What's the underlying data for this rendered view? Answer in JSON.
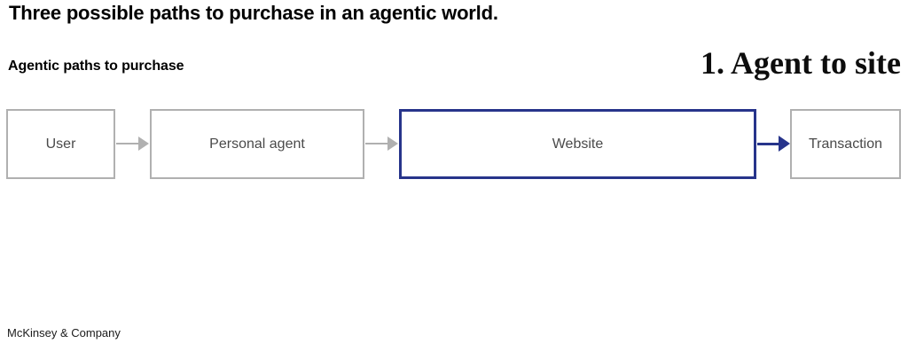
{
  "page": {
    "title": "Three possible paths to purchase in an agentic world.",
    "exhibit_label": "Agentic paths to purchase",
    "path_heading": "1. Agent to site",
    "footer": "McKinsey & Company"
  },
  "flow": {
    "nodes": [
      {
        "label": "User",
        "highlighted": false
      },
      {
        "label": "Personal agent",
        "highlighted": false
      },
      {
        "label": "Website",
        "highlighted": true
      },
      {
        "label": "Transaction",
        "highlighted": false
      }
    ],
    "connectors": [
      {
        "from": "User",
        "to": "Personal agent",
        "color": "gray"
      },
      {
        "from": "Personal agent",
        "to": "Website",
        "color": "gray"
      },
      {
        "from": "Website",
        "to": "Transaction",
        "color": "blue"
      }
    ]
  },
  "colors": {
    "accent_blue": "#27348b",
    "gray_border": "#b0b0b0",
    "box_text": "#4a4a4a",
    "ink": "#000000"
  }
}
